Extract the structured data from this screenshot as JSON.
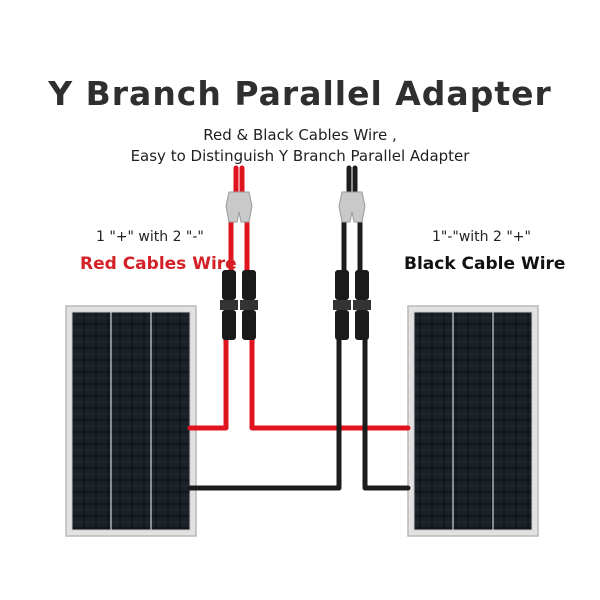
{
  "title": "Y Branch Parallel Adapter",
  "subtitle_line1": "Red & Black Cables Wire ,",
  "subtitle_line2": "Easy to Distinguish Y Branch Parallel Adapter",
  "left_label": {
    "rule": "1 \"+\" with 2 \"-\"",
    "name": "Red Cables Wire"
  },
  "right_label": {
    "rule": "1\"-\"with 2 \"+\"",
    "name": "Black Cable Wire"
  },
  "colors": {
    "red_wire": "#e0141f",
    "black_wire": "#1c1c1c",
    "panel": "#151a20",
    "frame": "#d7d7d7",
    "title": "#2f2f2f"
  },
  "icons": [
    "solar-panel-icon",
    "mc4-connector-icon",
    "y-branch-connector-icon"
  ]
}
